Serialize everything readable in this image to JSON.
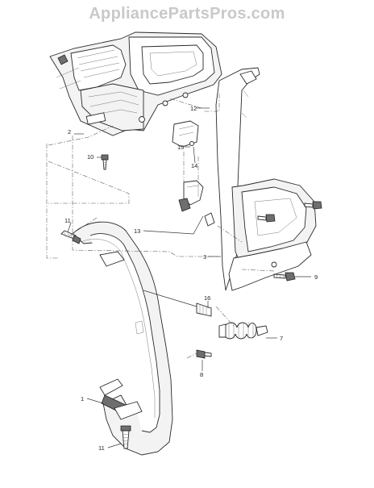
{
  "watermark": "AppliancePartsPros.com",
  "callouts": {
    "c2": "2",
    "c10": "10",
    "c12": "12",
    "c15": "15",
    "c14": "14",
    "c13": "13",
    "c11a": "11",
    "c3": "3",
    "c9": "9",
    "c16": "16",
    "c7": "7",
    "c8": "8",
    "c1": "1",
    "c11b": "11"
  }
}
